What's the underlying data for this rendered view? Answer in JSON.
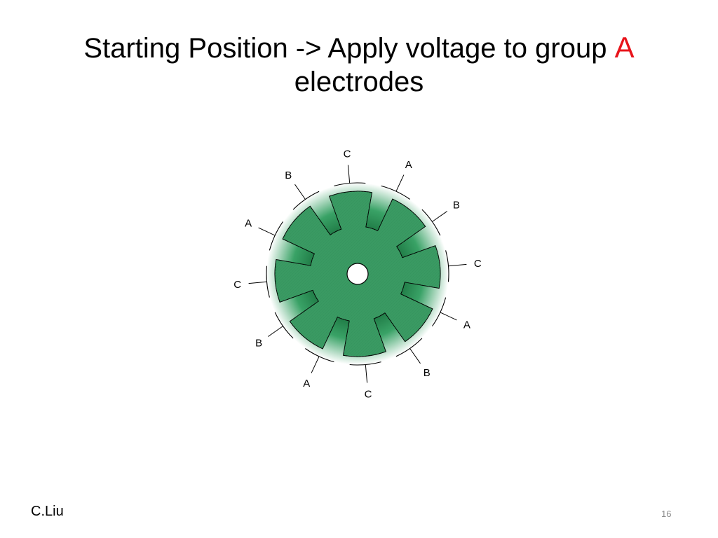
{
  "slide": {
    "title_main": "Starting Position -> Apply voltage to group ",
    "title_accent": "A",
    "title_line2": "electrodes",
    "accent_color": "#e8141b"
  },
  "motor": {
    "rotor_color": "#3a9a63",
    "rotor_teeth": 8,
    "electrodes": [
      {
        "label": "C"
      },
      {
        "label": "A"
      },
      {
        "label": "B"
      },
      {
        "label": "C"
      },
      {
        "label": "A"
      },
      {
        "label": "B"
      },
      {
        "label": "C"
      },
      {
        "label": "A"
      },
      {
        "label": "B"
      },
      {
        "label": "C"
      },
      {
        "label": "A"
      },
      {
        "label": "B"
      }
    ]
  },
  "footer": {
    "author": "C.Liu",
    "page": "16"
  }
}
